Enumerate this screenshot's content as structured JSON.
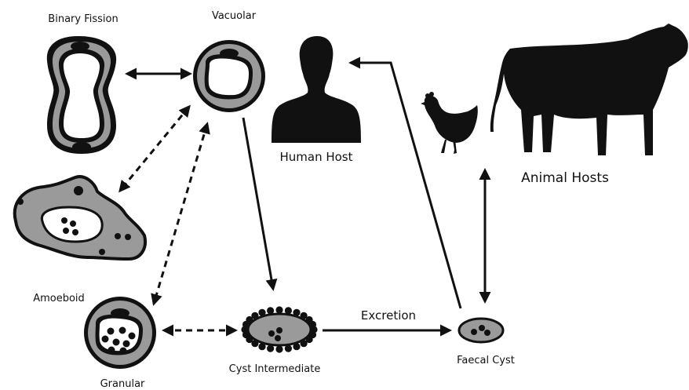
{
  "labels": {
    "binary_fission": "Binary Fission",
    "vacuolar": "Vacuolar",
    "human_host": "Human Host",
    "animal_hosts": "Animal Hosts",
    "amoeboid": "Amoeboid",
    "granular": "Granular",
    "cyst_intermediate": "Cyst Intermediate",
    "excretion": "Excretion",
    "faecal_cyst": "Faecal Cyst"
  },
  "colors": {
    "stroke": "#111111",
    "cell_gray": "#9a9a9a",
    "silhouette": "#111111",
    "background": "#ffffff"
  },
  "icons": [
    "human-silhouette-icon",
    "chicken-silhouette-icon",
    "cow-silhouette-icon"
  ]
}
